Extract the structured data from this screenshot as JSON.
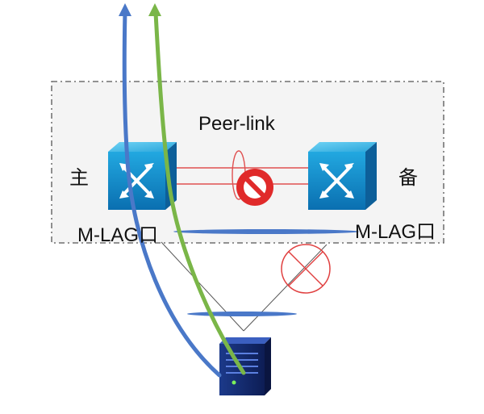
{
  "labels": {
    "peer_link": "Peer-link",
    "primary": "主",
    "backup": "备",
    "mlag_left": "M-LAG口",
    "mlag_right": "M-LAG口"
  },
  "colors": {
    "boundary": "#555555",
    "peer_link": "#e05050",
    "lag_bundle": "#4a78c8",
    "flow_blue": "#4a78c8",
    "flow_green": "#7ab648",
    "blocked": "#e03030",
    "switch": "#1aa3d9"
  },
  "icons": {
    "switch": "switch-icon",
    "server": "server-icon",
    "blocked": "prohibited-icon",
    "failed_link": "failed-link-mark"
  }
}
